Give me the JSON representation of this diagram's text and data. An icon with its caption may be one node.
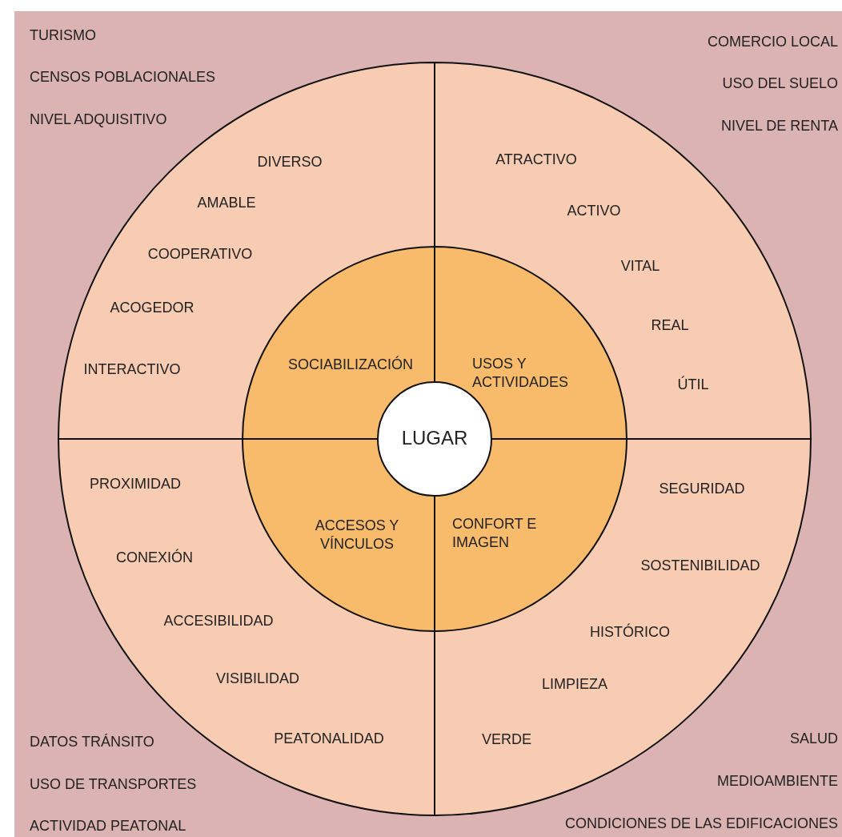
{
  "diagram": {
    "nodes": [
      {
        "text": [
          "DIVERSO",
          "AMABLE",
          "COOPERATIVO",
          "ACOGEDOR",
          "INTERACTIVO"
        ]
      },
      {
        "text": [
          "ATRACTIVO",
          "ACTIVO",
          "VITAL",
          "REAL",
          "ÚTIL"
        ]
      },
      {
        "text": [
          "PROXIMIDAD",
          "CONEXIÓN",
          "ACCESIBILIDAD",
          "VISIBILIDAD",
          "PEATONALIDAD"
        ]
      },
      {
        "text": [
          "SEGURIDAD",
          "SOSTENIBILIDAD",
          "HISTÓRICO",
          "LIMPIEZA",
          "VERDE"
        ]
      },
      {
        "text": [
          "SOCIABILIZACIÓN"
        ],
        "in": 0
      },
      {
        "text": [
          "USOS Y ACTIVIDADES"
        ],
        "in": 1
      },
      {
        "text": [
          "ACCESOS Y VÍNCULOS"
        ],
        "in": 2
      },
      {
        "text": [
          "CONFORT E IMAGEN"
        ],
        "in": 3
      },
      {
        "text": [
          "LUGAR"
        ]
      }
    ],
    "edges": [],
    "labels": [
      "TURISMO",
      "CENSOS POBLACIONALES",
      "NIVEL ADQUISITIVO",
      "COMERCIO LOCAL",
      "USO DEL SUELO",
      "NIVEL DE RENTA",
      "DATOS TRÁNSITO",
      "USO DE TRANSPORTES",
      "ACTIVIDAD PEATONAL",
      "SALUD",
      "MEDIOAMBIENTE",
      "CONDICIONES DE LAS EDIFICACIONES"
    ]
  }
}
